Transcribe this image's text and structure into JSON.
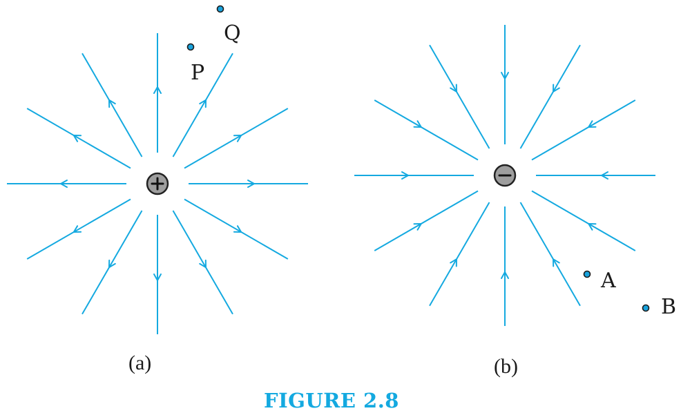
{
  "figure": {
    "title": "FIGURE 2.8",
    "accent_color": "#14a9e0",
    "panels": [
      {
        "id": "a",
        "label": "(a)",
        "charge_sign": "+",
        "charge_icon": "plus-charge-icon",
        "field_direction": "outward",
        "line_count": 12,
        "points": [
          {
            "name": "P"
          },
          {
            "name": "Q"
          }
        ]
      },
      {
        "id": "b",
        "label": "(b)",
        "charge_sign": "−",
        "charge_icon": "minus-charge-icon",
        "field_direction": "inward",
        "line_count": 12,
        "points": [
          {
            "name": "A"
          },
          {
            "name": "B"
          }
        ]
      }
    ]
  }
}
